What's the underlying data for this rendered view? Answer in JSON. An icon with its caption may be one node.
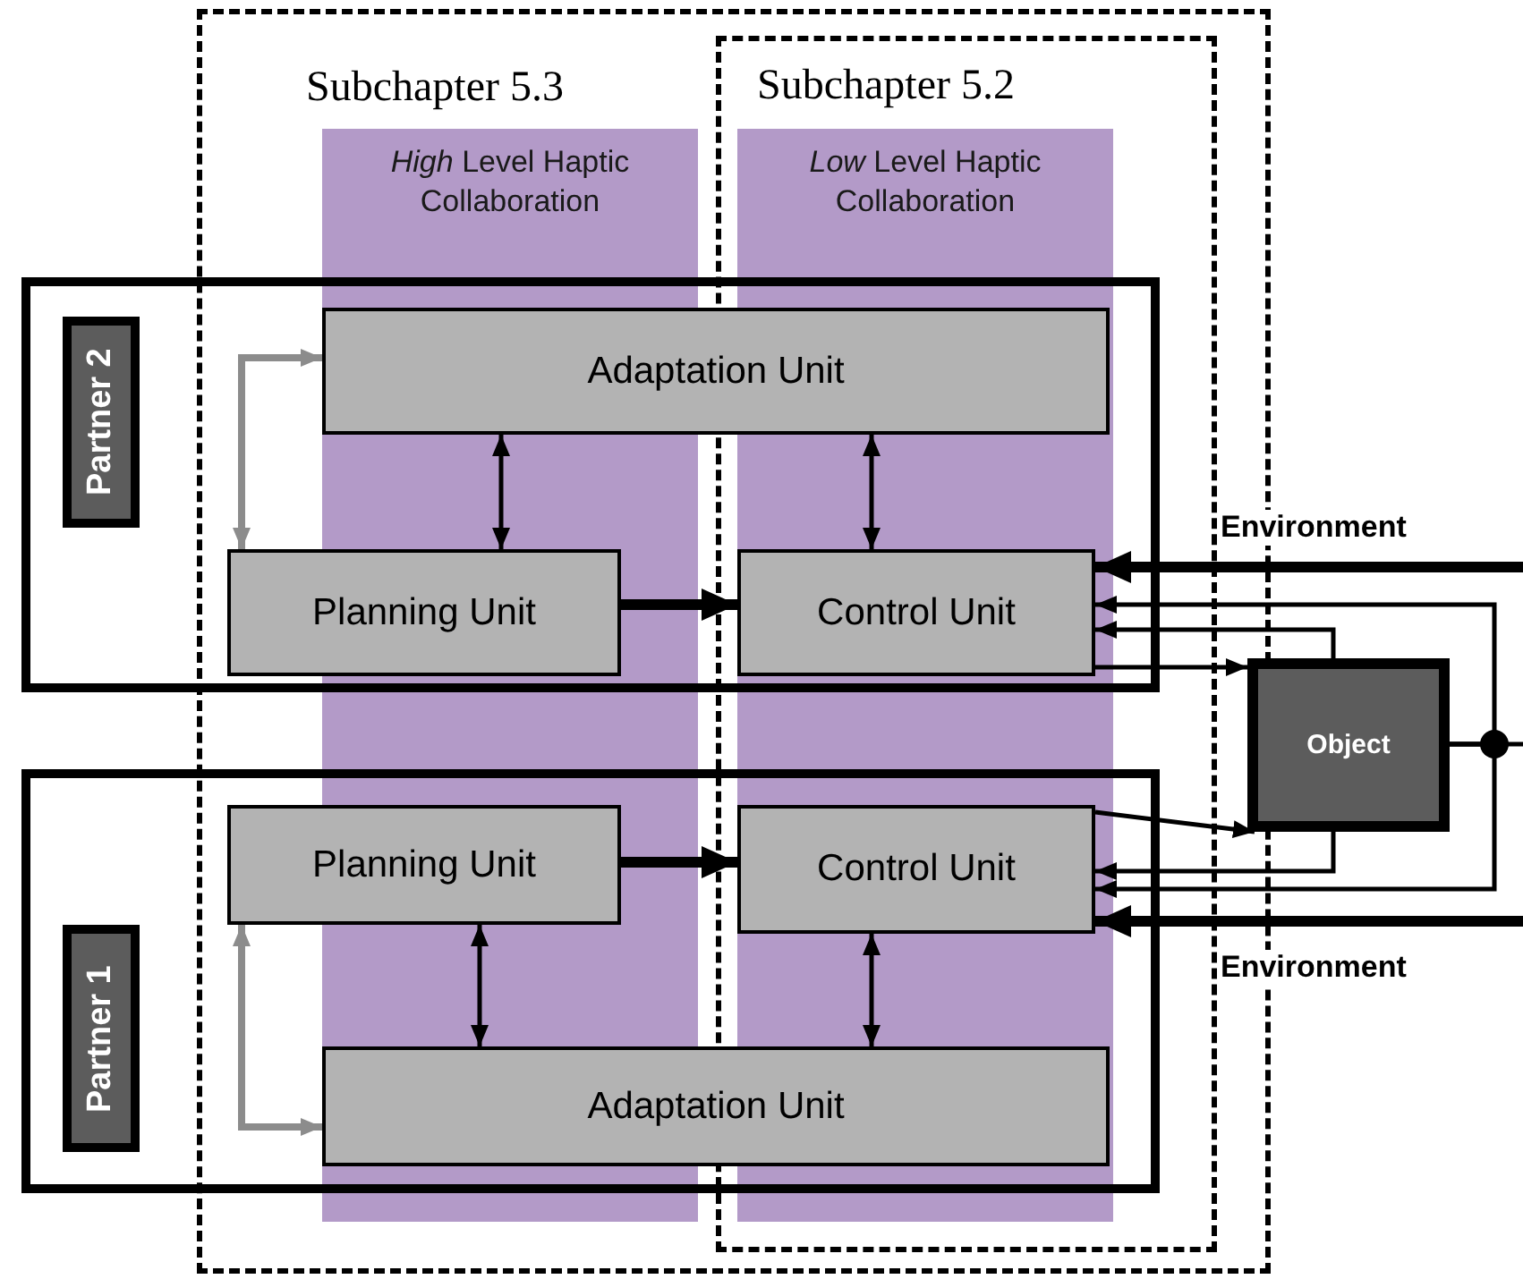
{
  "diagram": {
    "nodes": [
      {
        "text": [
          "Partner 2"
        ]
      },
      {
        "text": [
          "Adaptation Unit"
        ],
        "in": 0
      },
      {
        "text": [
          "Planning Unit"
        ],
        "in": 0
      },
      {
        "text": [
          "Control Unit"
        ],
        "in": 0
      },
      {
        "text": [
          "Partner 1"
        ]
      },
      {
        "text": [
          "Planning Unit"
        ],
        "in": 4
      },
      {
        "text": [
          "Control Unit"
        ],
        "in": 4
      },
      {
        "text": [
          "Adaptation Unit"
        ],
        "in": 4
      },
      {
        "text": [
          "Object"
        ]
      }
    ],
    "edges": [
      {
        "from": 2,
        "to": 1,
        "arrow": "both",
        "color": "#8c8c8c"
      },
      {
        "from": 1,
        "to": 2,
        "arrow": "both"
      },
      {
        "from": 1,
        "to": 3,
        "arrow": "both"
      },
      {
        "from": 2,
        "to": 3,
        "arrow": "to",
        "style": "thick"
      },
      {
        "from": null,
        "to": 3,
        "arrow": "to",
        "style": "thick",
        "label": "Environment"
      },
      {
        "from": 8,
        "to": 3,
        "arrow": "to"
      },
      {
        "from": 8,
        "to": 3,
        "arrow": "to"
      },
      {
        "from": 3,
        "to": 8,
        "arrow": "to"
      },
      {
        "from": 5,
        "to": 6,
        "arrow": "to",
        "style": "thick"
      },
      {
        "from": 5,
        "to": 7,
        "arrow": "both"
      },
      {
        "from": 6,
        "to": 7,
        "arrow": "both"
      },
      {
        "from": 5,
        "to": 7,
        "arrow": "both",
        "color": "#8c8c8c"
      },
      {
        "from": 6,
        "to": 8,
        "arrow": "to"
      },
      {
        "from": 8,
        "to": 6,
        "arrow": "to"
      },
      {
        "from": 8,
        "to": 6,
        "arrow": "to"
      },
      {
        "from": null,
        "to": 6,
        "arrow": "to",
        "style": "thick",
        "label": "Environment"
      },
      {
        "from": 8,
        "to": null,
        "arrow": "none"
      }
    ],
    "labels": [
      "Subchapter 5.3",
      "Subchapter 5.2",
      "*High* Level Haptic Collaboration",
      "*Low* Level Haptic Collaboration"
    ]
  }
}
